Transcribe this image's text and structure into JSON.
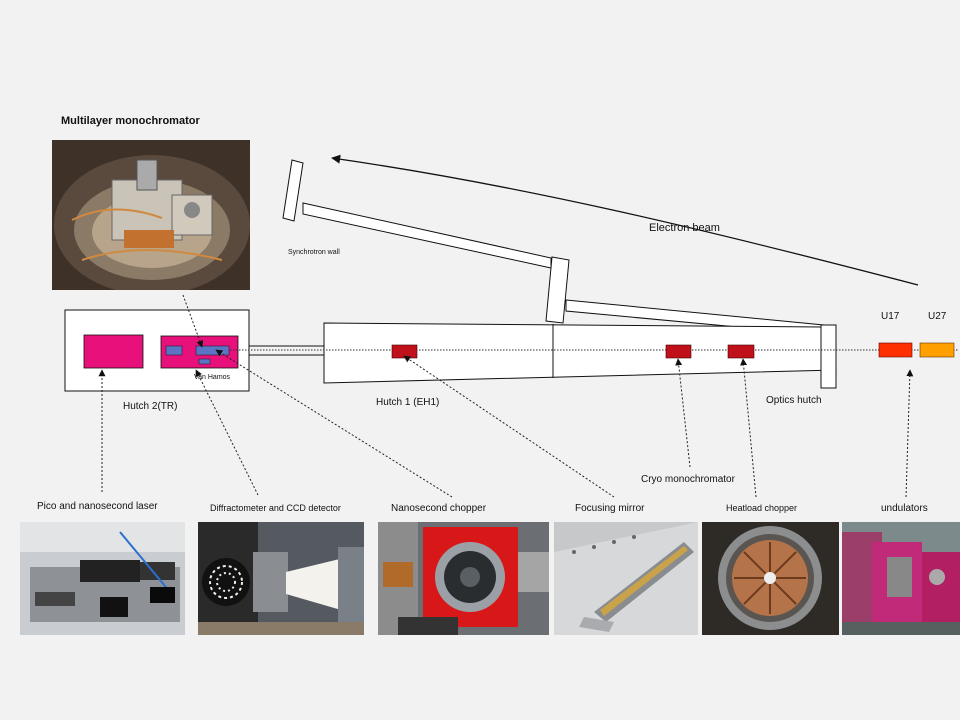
{
  "title": "Multilayer  monochromator",
  "labels": {
    "electron_beam": "Electron beam",
    "synchrotron_wall": "Synchrotron wall",
    "van_hamos": "Van Hamos",
    "hutch2": "Hutch 2(TR)",
    "hutch1": "Hutch 1 (EH1)",
    "optics_hutch": "Optics hutch",
    "u17": "U17",
    "u27": "U27",
    "cryo_mono": "Cryo monochromator"
  },
  "captions": {
    "laser": "Pico and nanosecond laser",
    "diffractometer": "Diffractometer and CCD detector",
    "chopper": "Nanosecond chopper",
    "mirror": "Focusing mirror",
    "heatload": "Heatload chopper",
    "undulators": "undulators"
  },
  "colors": {
    "background": "#f2f2f2",
    "hutch2_block": "#e8107a",
    "detector_blue": "#5b74c4",
    "component_red": "#c0101a",
    "u17": "#ff3000",
    "u27": "#ffa000",
    "line": "#222222"
  }
}
